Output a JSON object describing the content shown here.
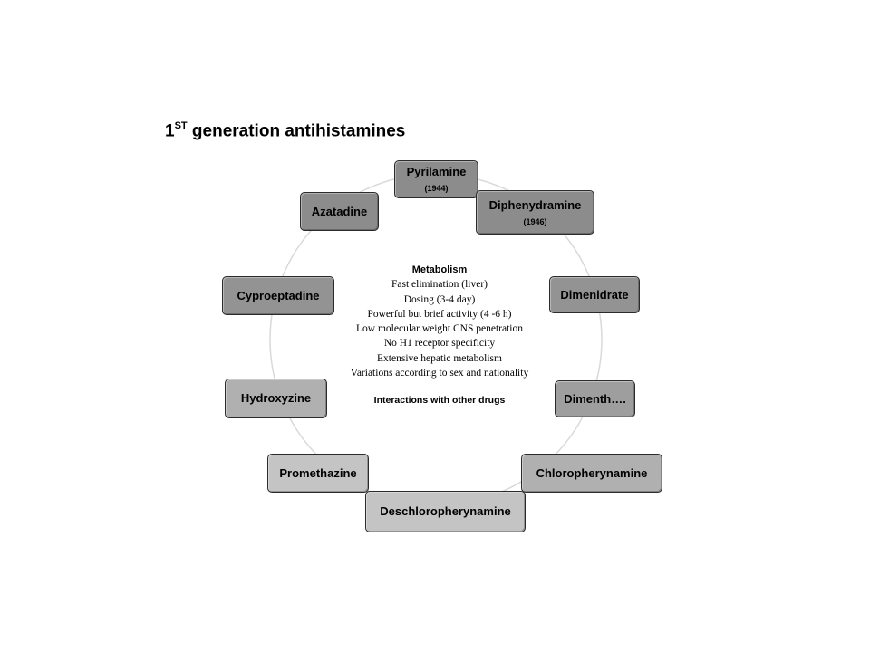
{
  "title": {
    "main": "1",
    "sup": "ST",
    "rest": " generation antihistamines"
  },
  "nodes": [
    {
      "id": "pyrilamine",
      "name": "Pyrilamine",
      "year": "(1944)",
      "color": "#8c8c8c"
    },
    {
      "id": "diphenydramine",
      "name": "Diphenydramine",
      "year": "(1946)",
      "color": "#8c8c8c"
    },
    {
      "id": "dimenidrate",
      "name": "Dimenidrate",
      "year": "",
      "color": "#939393"
    },
    {
      "id": "dimenth",
      "name": "Dimenth….",
      "year": "",
      "color": "#9e9e9e"
    },
    {
      "id": "chloropherynamine",
      "name": "Chloropherynamine",
      "year": "",
      "color": "#b0b0b0"
    },
    {
      "id": "deschloropherynamine",
      "name": "Deschloropherynamine",
      "year": "",
      "color": "#c4c4c4"
    },
    {
      "id": "promethazine",
      "name": "Promethazine",
      "year": "",
      "color": "#c4c4c4"
    },
    {
      "id": "hydroxyzine",
      "name": "Hydroxyzine",
      "year": "",
      "color": "#b0b0b0"
    },
    {
      "id": "cyproeptadine",
      "name": "Cyproeptadine",
      "year": "",
      "color": "#939393"
    },
    {
      "id": "azatadine",
      "name": "Azatadine",
      "year": "",
      "color": "#8c8c8c"
    }
  ],
  "center": {
    "heading": "Metabolism",
    "lines": [
      "Fast elimination (liver)",
      "Dosing (3-4 day)",
      "Powerful but brief activity (4 -6 h)",
      "Low molecular weight CNS penetration",
      "No H1 receptor specificity",
      "Extensive hepatic metabolism",
      "Variations according to sex and nationality"
    ],
    "footer": "Interactions with other drugs"
  }
}
